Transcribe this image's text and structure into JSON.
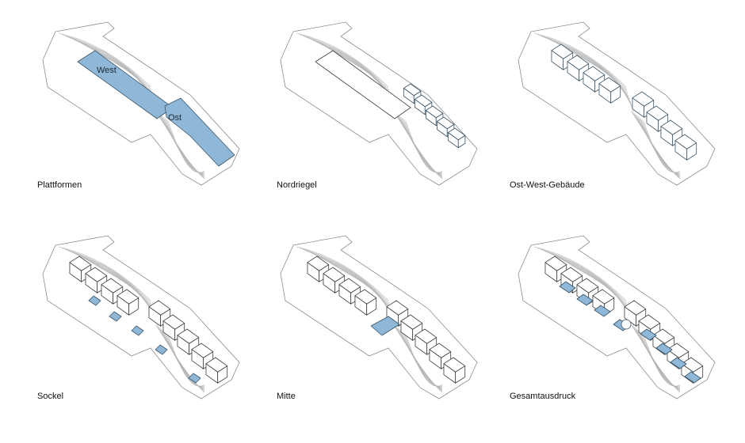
{
  "colors": {
    "highlight": "#8fb8d8",
    "outline": "#3c3c3c",
    "contour": "#b5b5b5"
  },
  "panels": [
    {
      "id": "plattformen",
      "caption": "Plattformen",
      "labels": {
        "west": "West",
        "ost": "Ost"
      }
    },
    {
      "id": "nordriegel",
      "caption": "Nordriegel"
    },
    {
      "id": "ost-west-gebaeude",
      "caption": "Ost-West-Gebäude"
    },
    {
      "id": "sockel",
      "caption": "Sockel"
    },
    {
      "id": "mitte",
      "caption": "Mitte"
    },
    {
      "id": "gesamtausdruck",
      "caption": "Gesamtausdruck"
    }
  ]
}
